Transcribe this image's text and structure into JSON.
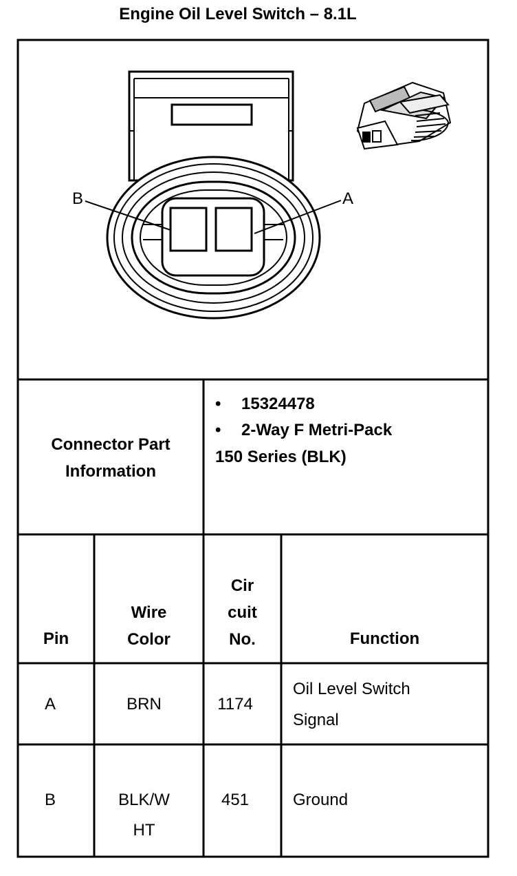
{
  "title": "Engine Oil Level Switch – 8.1L",
  "connector_labels": {
    "b": "B",
    "a": "A"
  },
  "connector_info": {
    "label_line1": "Connector Part",
    "label_line2": "Information",
    "bullets": [
      "15324478",
      "2-Way F Metri-Pack"
    ],
    "continuation": "150 Series (BLK)"
  },
  "pin_table": {
    "headers": {
      "pin": "Pin",
      "wire_color_line1": "Wire",
      "wire_color_line2": "Color",
      "circuit_line1": "Cir",
      "circuit_line2": "cuit",
      "circuit_line3": "No.",
      "function": "Function"
    },
    "rows": [
      {
        "pin": "A",
        "wire_color": "BRN",
        "wire_color_line2": "",
        "circuit": "1174",
        "function_line1": "Oil Level Switch",
        "function_line2": "Signal"
      },
      {
        "pin": "B",
        "wire_color": "BLK/W",
        "wire_color_line2": "HT",
        "circuit": "451",
        "function_line1": "Ground",
        "function_line2": ""
      }
    ]
  }
}
